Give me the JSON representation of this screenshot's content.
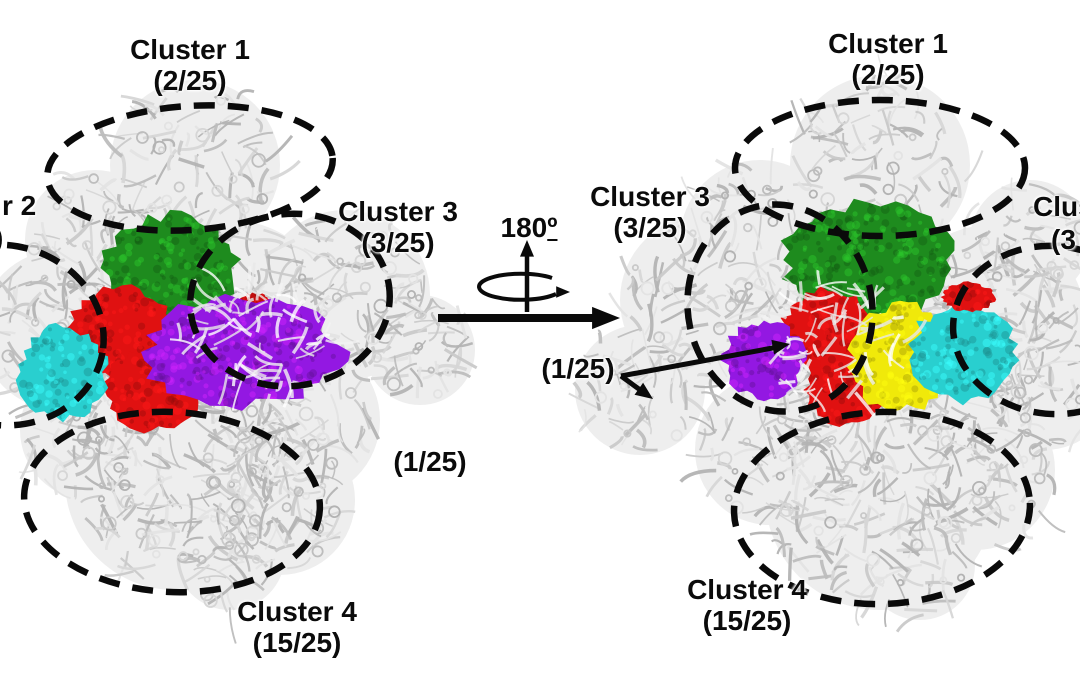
{
  "figure": {
    "left": {
      "clusters": [
        {
          "title": "Cluster 1",
          "count": "(2/25)"
        },
        {
          "title": "Cluster 3",
          "count": "(3/25)"
        },
        {
          "title": "Cluster 4",
          "count": "(15/25)"
        }
      ],
      "cutoff_cluster": {
        "title_fragment": "r 2",
        "count_fragment": ")"
      },
      "single_count": "(1/25)",
      "segment_colors": [
        "green",
        "red",
        "purple",
        "cyan"
      ]
    },
    "right": {
      "clusters": [
        {
          "title": "Cluster 1",
          "count": "(2/25)"
        },
        {
          "title": "Cluster 3",
          "count": "(3/25)"
        },
        {
          "title": "Cluster 4",
          "count": "(15/25)"
        }
      ],
      "cutoff_cluster": {
        "title_fragment": "Clus",
        "count_fragment": "(3"
      },
      "single_count": "(1/25)",
      "segment_colors": [
        "green",
        "red",
        "purple",
        "yellow",
        "cyan"
      ]
    },
    "rotation": {
      "value": "180",
      "ordinal": "º"
    }
  },
  "colors": {
    "green": "#1e8b1e",
    "red": "#e01111",
    "purple": "#9318e2",
    "cyan": "#29cfcf",
    "yellow": "#f0e90a",
    "ribbon": "#cccccc",
    "outline": "#0a0a0a"
  }
}
